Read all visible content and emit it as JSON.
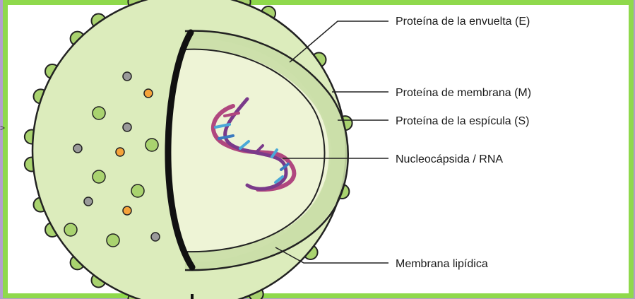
{
  "diagram": {
    "labels": [
      {
        "id": "envelope",
        "text": "Proteína de la envuelta (E)"
      },
      {
        "id": "membrane_protein",
        "text": "Proteína de membrana (M)"
      },
      {
        "id": "spike",
        "text": "Proteína de la espícula (S)"
      },
      {
        "id": "nucleocapsid",
        "text": "Nucleocápsida / RNA"
      },
      {
        "id": "lipid_membrane",
        "text": "Membrana lipídica"
      }
    ]
  },
  "colors": {
    "frame": "#8fd94c",
    "outside": "#b39fce",
    "virion_fill": "#dcecbc",
    "cut_fill": "#eef4d6",
    "spike": "#a9d36f",
    "e_protein": "#f5a33a",
    "m_protein": "#9a9a9a",
    "rna_backbone": "#b0477f",
    "rna_bases_blue": "#4aa8d8"
  }
}
